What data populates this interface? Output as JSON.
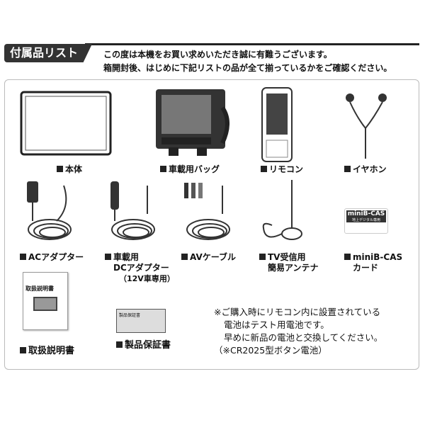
{
  "header": {
    "title": "付属品リスト",
    "intro_lines": [
      "この度は本機をお買い求めいただき誠に有難うございます。",
      "箱開封後、はじめに下記リストの品が全て揃っているかをご確認ください。"
    ]
  },
  "items": [
    {
      "label": "本体",
      "icon": "tv-monitor"
    },
    {
      "label": "車載用バッグ",
      "icon": "car-bag"
    },
    {
      "label": "リモコン",
      "icon": "remote-control"
    },
    {
      "label": "イヤホン",
      "icon": "earphones"
    },
    {
      "label": "ACアダプター",
      "icon": "ac-adapter"
    },
    {
      "label": "車載用",
      "label2": "DCアダプター",
      "label3": "（12V車専用）",
      "icon": "dc-adapter"
    },
    {
      "label": "AVケーブル",
      "icon": "av-cable"
    },
    {
      "label": "TV受信用",
      "label2": "簡易アンテナ",
      "icon": "antenna"
    },
    {
      "label": "miniB-CAS",
      "label2": "カード",
      "icon": "bcas-card"
    },
    {
      "label": "取扱説明書",
      "icon": "manual"
    },
    {
      "label": "製品保証書",
      "icon": "warranty"
    }
  ],
  "card_text": {
    "title": "miniB-CAS",
    "sub": "地上デジタル専用"
  },
  "manual_text": "取扱説明書",
  "warranty_text": "製品保証書",
  "note": [
    "※ご購入時にリモコン内に設置されている",
    "電池はテスト用電池です。",
    "早めに新品の電池と交換してください。",
    "（※CR2025型ボタン電池）"
  ]
}
